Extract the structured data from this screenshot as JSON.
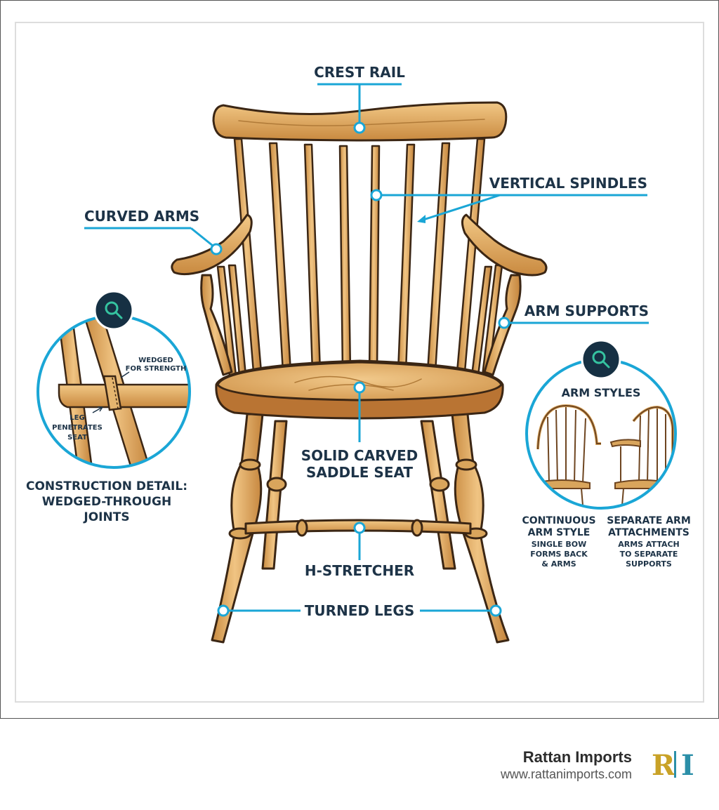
{
  "labels": {
    "crest_rail": "CREST RAIL",
    "vertical_spindles": "VERTICAL SPINDLES",
    "curved_arms": "CURVED ARMS",
    "arm_supports": "ARM SUPPORTS",
    "solid_seat_line1": "SOLID CARVED",
    "solid_seat_line2": "SADDLE SEAT",
    "h_stretcher": "H-STRETCHER",
    "turned_legs": "TURNED LEGS"
  },
  "construction_detail": {
    "callout_wedged_line1": "WEDGED",
    "callout_wedged_line2": "FOR STRENGTH",
    "callout_leg_line1": "LEG",
    "callout_leg_line2": "PENETRATES",
    "callout_leg_line3": "SEAT",
    "title_line1": "CONSTRUCTION DETAIL:",
    "title_line2": "WEDGED-THROUGH",
    "title_line3": "JOINTS"
  },
  "arm_styles": {
    "title": "ARM STYLES",
    "continuous_title_line1": "CONTINUOUS",
    "continuous_title_line2": "ARM STYLE",
    "continuous_desc_line1": "SINGLE BOW",
    "continuous_desc_line2": "FORMS BACK",
    "continuous_desc_line3": "& ARMS",
    "separate_title_line1": "SEPARATE ARM",
    "separate_title_line2": "ATTACHMENTS",
    "separate_desc_line1": "ARMS ATTACH",
    "separate_desc_line2": "TO SEPARATE",
    "separate_desc_line3": "SUPPORTS"
  },
  "footer": {
    "brand_name": "Rattan Imports",
    "brand_url": "www.rattanimports.com",
    "logo_letter_r": "R",
    "logo_letter_i": "I"
  },
  "colors": {
    "accent": "#1aa6d6",
    "navy": "#1d3347",
    "wood": "#d9a55c",
    "wood_dark": "#8a5424",
    "logo_gold": "#c9a227",
    "logo_teal": "#2b8fa8"
  },
  "icons": [
    "magnifier-icon"
  ]
}
